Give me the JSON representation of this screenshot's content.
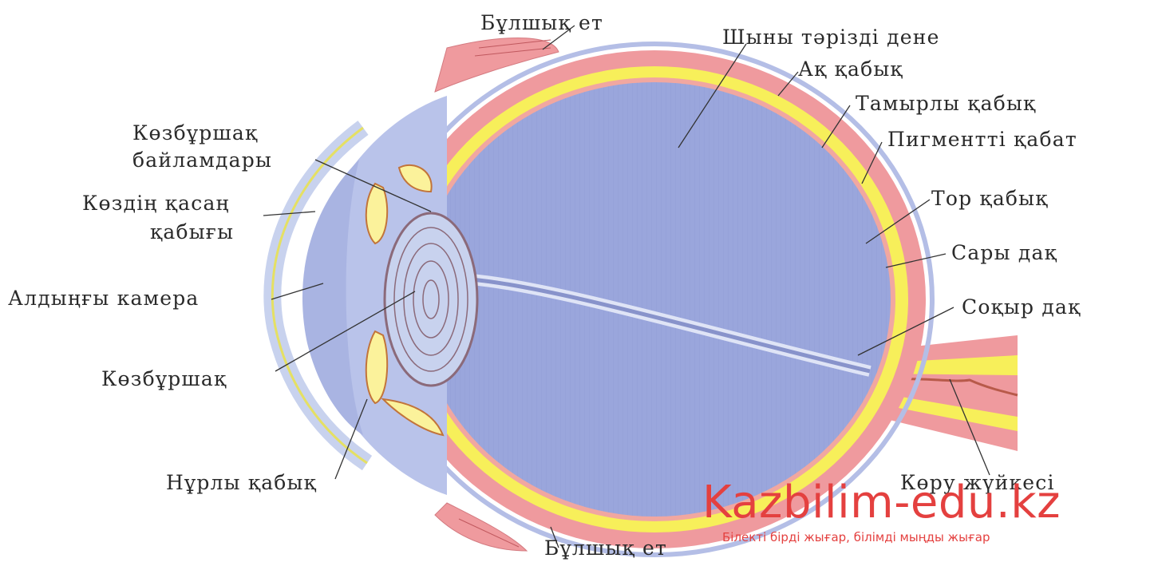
{
  "labels": {
    "muscle_top": "Бұлшық ет",
    "vitreous_body": "Шыны тәрізді дене",
    "sclera": "Ақ қабық",
    "choroid": "Тамырлы қабық",
    "pigment_layer": "Пигментті қабат",
    "lens_ligaments_line1": "Көзбұршақ",
    "lens_ligaments_line2": "байламдары",
    "cornea_line1": "Көздің қасаң",
    "cornea_line2": "қабығы",
    "retina": "Тор қабық",
    "yellow_spot": "Сары дақ",
    "anterior_chamber": "Алдыңғы камера",
    "blind_spot": "Соқыр дақ",
    "lens": "Көзбұршақ",
    "iris": "Нұрлы қабық",
    "optic_nerve": "Көру жүйкесі",
    "muscle_bottom": "Бұлшық ет"
  },
  "watermark": {
    "brand": "Kazbilim-edu.kz",
    "slogan": "Білекті бірді жығар, білімді мыңды жығар"
  },
  "colors": {
    "vitreous": "#9aa6dc",
    "sclera_pink": "#ef9a9e",
    "retina_yellow": "#f7ef5a",
    "cornea": "#c8d2ee",
    "brand_red": "#e4403f"
  }
}
